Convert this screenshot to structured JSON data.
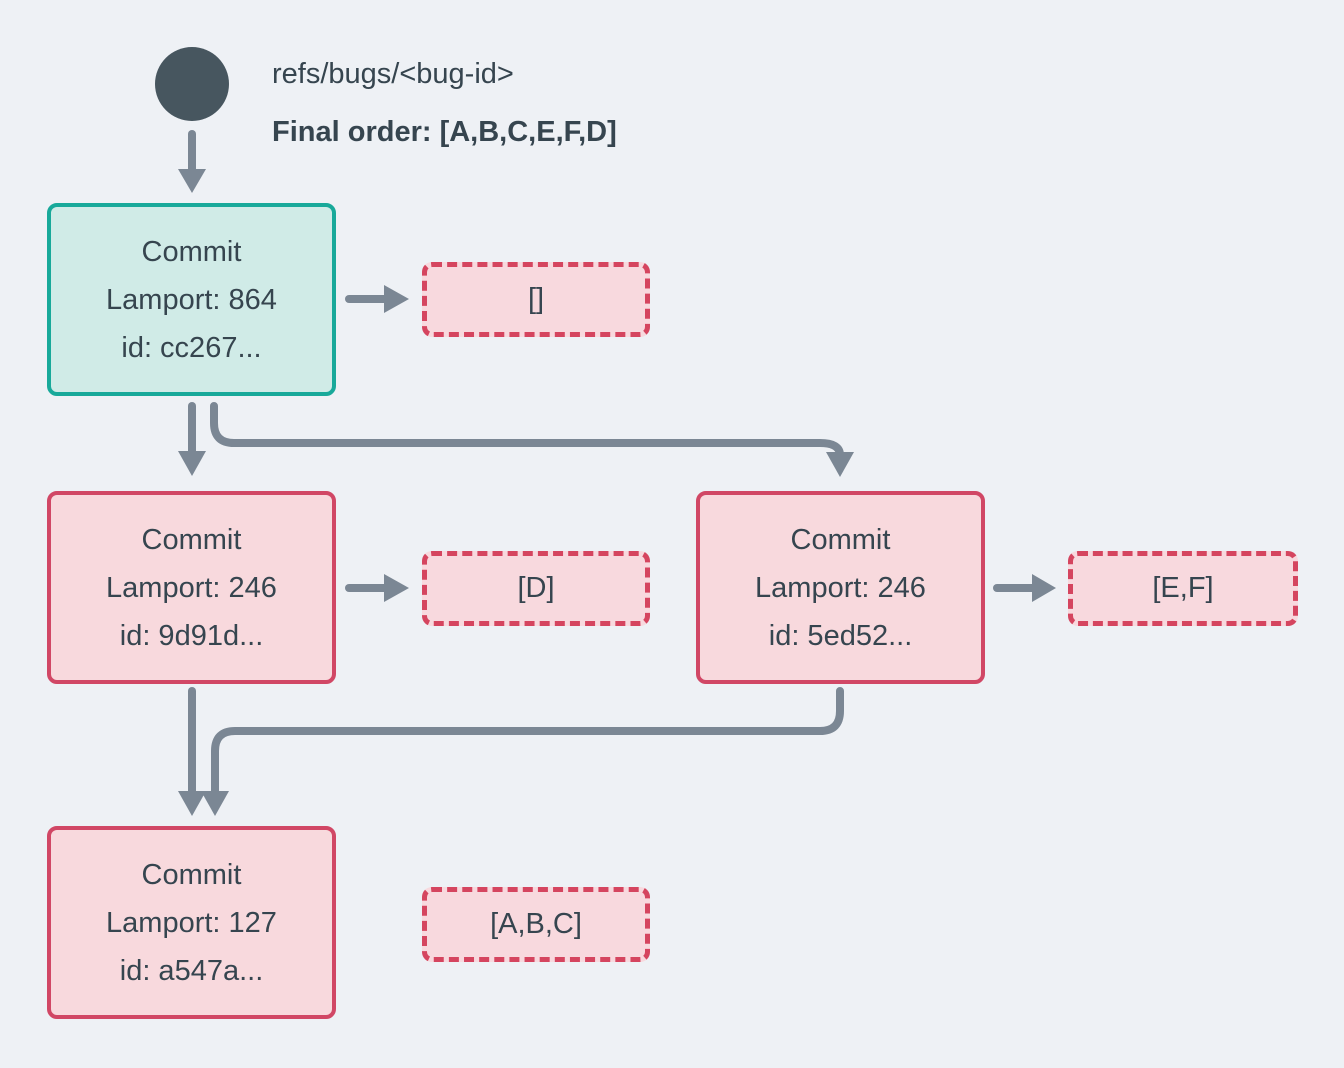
{
  "header": {
    "ref_label": "refs/bugs/<bug-id>",
    "final_order": "Final order: [A,B,C,E,F,D]"
  },
  "nodes": {
    "root": {
      "title": "Commit",
      "lamport": "Lamport: 864",
      "id": "id: cc267...",
      "ops": "[]"
    },
    "left": {
      "title": "Commit",
      "lamport": "Lamport: 246",
      "id": "id: 9d91d...",
      "ops": "[D]"
    },
    "right": {
      "title": "Commit",
      "lamport": "Lamport: 246",
      "id": "id: 5ed52...",
      "ops": "[E,F]"
    },
    "merge": {
      "title": "Commit",
      "lamport": "Lamport: 127",
      "id": "id: a547a...",
      "ops": "[A,B,C]"
    }
  },
  "colors": {
    "background": "#EEF1F5",
    "ref_node": "#47565F",
    "arrow": "#7B8794",
    "text": "#36454F",
    "head_border": "#18A99A",
    "head_fill": "#D0EBE7",
    "commit_border": "#D14765",
    "ops_border": "#D5455F",
    "pink_fill": "#F8D9DD"
  }
}
